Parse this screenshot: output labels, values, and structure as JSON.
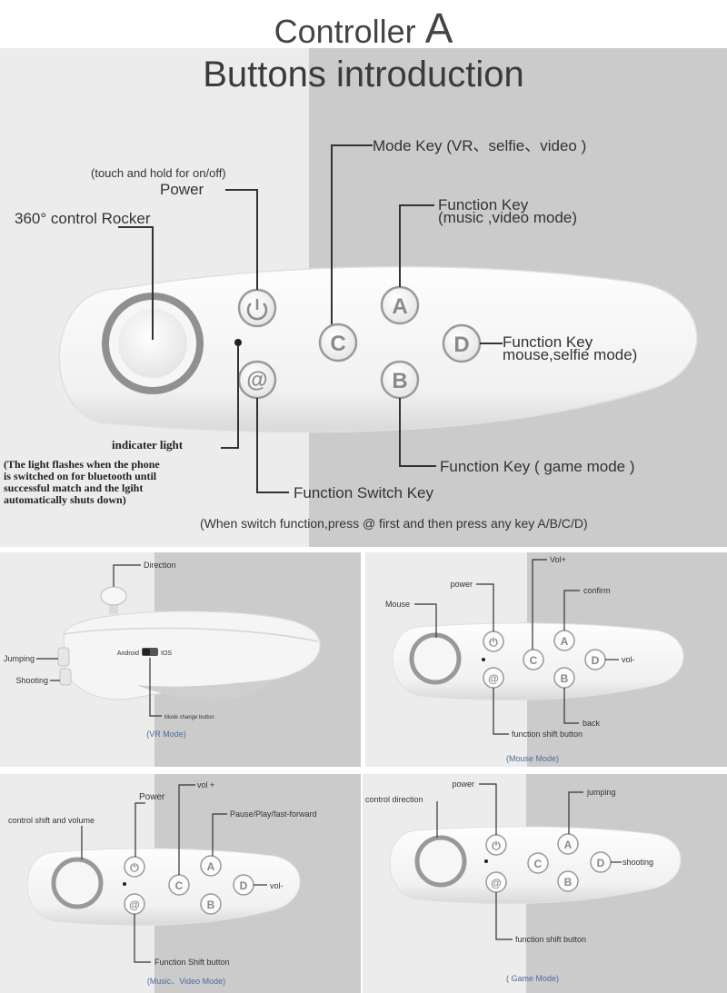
{
  "title": {
    "main": "Controller",
    "letter": "A"
  },
  "main_panel": {
    "heading": "Buttons introduction",
    "labels": {
      "mode_key": "Mode Key (VR、selfie、video )",
      "power_hint": "(touch and hold for on/off)",
      "power": "Power",
      "rocker": "360° control Rocker",
      "func_a_1": "Function Key",
      "func_a_2": "(music ,video mode)",
      "func_d_1": "Function Key",
      "func_d_2": "mouse,selfie mode)",
      "func_b": "Function Key ( game mode )",
      "indicator": "indicater light",
      "indicator_note": [
        "(The light flashes when the phone",
        "is switched on for bluetooth until",
        "successful match and the lgiht",
        "automatically shuts down)"
      ],
      "switch_key": "Function Switch Key",
      "switch_note": "(When switch function,press @ first and then press any key A/B/C/D)"
    }
  },
  "keys": {
    "a": "A",
    "b": "B",
    "c": "C",
    "d": "D",
    "at": "@",
    "power_glyph": "⏻"
  },
  "vr_panel": {
    "direction": "Direction",
    "jumping": "Jumping",
    "shooting": "Shooting",
    "switch_android": "Android",
    "switch_ios": "IOS",
    "mode_change": "Mode change button",
    "caption": "(VR Mode)"
  },
  "mouse_panel": {
    "power": "power",
    "vol_plus": "Vol+",
    "mouse": "Mouse",
    "confirm": "confirm",
    "vol_minus": "vol-",
    "back": "back",
    "function_shift": "function shift button",
    "caption": "(Mouse Mode)"
  },
  "music_panel": {
    "power": "Power",
    "vol_plus": "vol +",
    "control_shift": "control shift and volume",
    "pause_play": "Pause/Play/fast-forward",
    "vol_minus": "vol-",
    "function_shift": "Function Shift button",
    "caption": "(Music、Video Mode)"
  },
  "game_panel": {
    "power": "power",
    "jumping": "jumping",
    "control_direction": "control direction",
    "shooting": "shooting",
    "function_shift": "function shift button",
    "caption": "( Game Mode)"
  },
  "colors": {
    "bg_light": "#ececec",
    "bg_dark": "#cbcbcb",
    "line": "#333333",
    "caption": "#4a6e9a"
  }
}
